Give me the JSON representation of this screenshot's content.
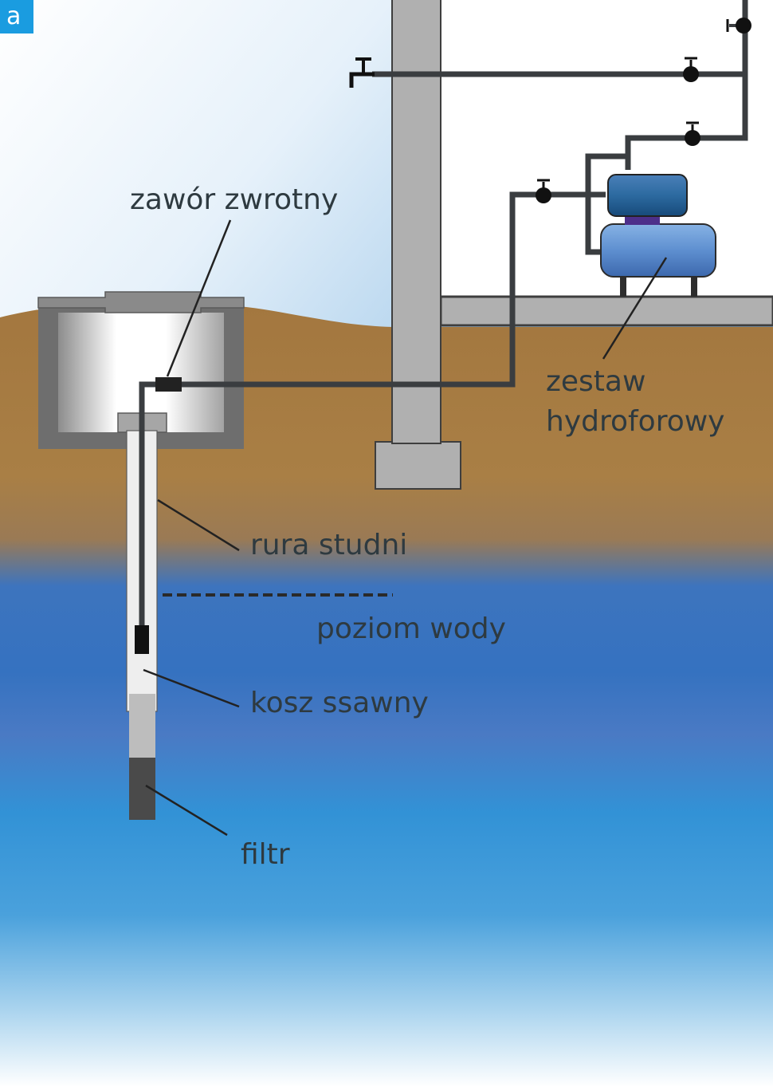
{
  "badge": "a",
  "labels": {
    "check_valve": "zawór zwrotny",
    "well_pipe": "rura studni",
    "water_level": "poziom wody",
    "suction_basket": "kosz ssawny",
    "filter": "filtr",
    "pressure_set_line1": "zestaw",
    "pressure_set_line2": "hydroforowy"
  },
  "colors": {
    "soil": "#a57b43",
    "water": "#3a78c0",
    "sky": "#bcd9ef",
    "concrete": "#b0b0b0",
    "pipe": "#3a3d40",
    "tank": "#5e8fc9"
  }
}
